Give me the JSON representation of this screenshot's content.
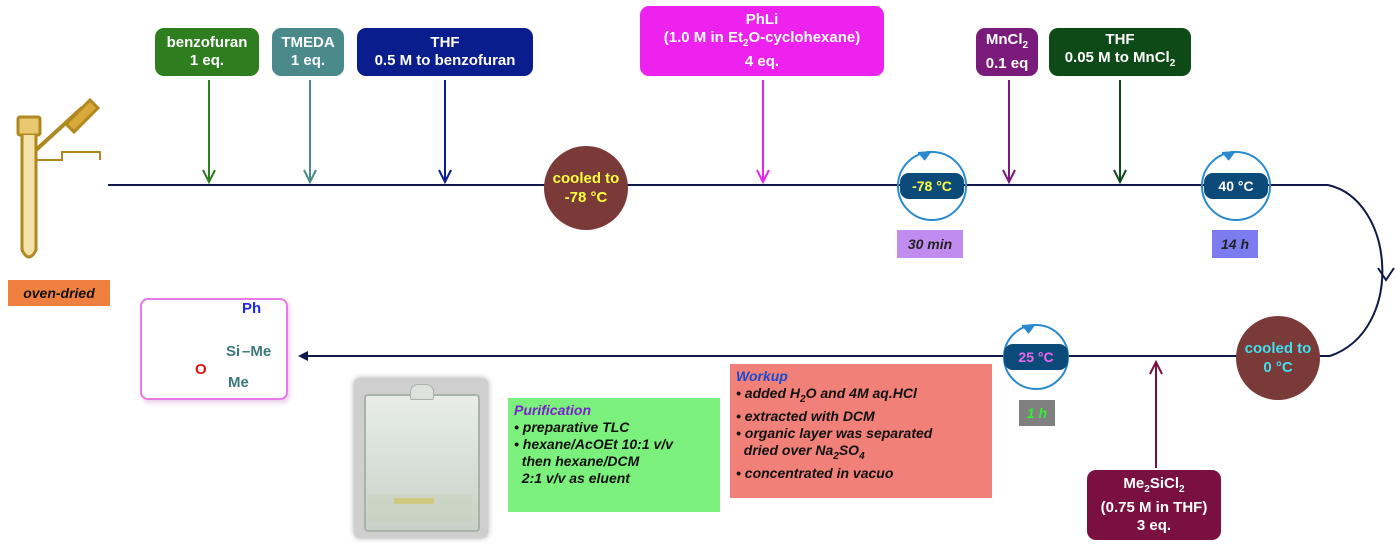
{
  "glassware": {
    "label": "oven-dried",
    "label_bg": "#f08040"
  },
  "reagents": [
    {
      "id": "benzofuran",
      "lines": [
        "benzofuran",
        "1 eq."
      ],
      "color": "#2e7d1e"
    },
    {
      "id": "tmeda",
      "lines": [
        "TMEDA",
        "1 eq."
      ],
      "color": "#4a8a8a"
    },
    {
      "id": "thf1",
      "lines": [
        "THF",
        "0.5 M to benzofuran"
      ],
      "color": "#0a1d8c"
    },
    {
      "id": "phli",
      "lines": [
        "PhLi",
        "(1.0 M in Et",
        "2",
        "O-cyclohexane)",
        "4 eq."
      ],
      "color": "#ee22ee"
    },
    {
      "id": "mncl2",
      "lines": [
        "MnCl",
        "2",
        "0.1 eq"
      ],
      "color": "#7a1a7a"
    },
    {
      "id": "thf2",
      "lines": [
        "THF",
        "0.05 M to MnCl",
        "2"
      ],
      "color": "#0e4a18"
    },
    {
      "id": "me2sicl2",
      "lines": [
        "Me",
        "2",
        "SiCl",
        "2",
        "(0.75 M in THF)",
        "3 eq."
      ],
      "color": "#7a1040"
    }
  ],
  "cooling_steps": [
    {
      "id": "cool1",
      "line1": "cooled to",
      "line2": "-78 °C",
      "text_color": "#ffff40",
      "bg": "#7a3a38"
    },
    {
      "id": "cool2",
      "line1": "cooled to",
      "line2": "0 °C",
      "text_color": "#40e0f0",
      "bg": "#7a3a38"
    }
  ],
  "stir_steps": [
    {
      "id": "stir1",
      "temp": "-78 °C",
      "temp_color": "#ffff40",
      "time": "30 min",
      "time_bg": "#c18cf0",
      "time_color": "#222222"
    },
    {
      "id": "stir2",
      "temp": "40 °C",
      "temp_color": "#ffffff",
      "time": "14 h",
      "time_bg": "#7c7cf0",
      "time_color": "#222222"
    },
    {
      "id": "stir3",
      "temp": "25 °C",
      "temp_color": "#ee66ee",
      "time": "1 h",
      "time_bg": "#808080",
      "time_color": "#33ee33"
    }
  ],
  "product": {
    "ph": "Ph",
    "si": "Si",
    "me1": "–Me",
    "me2": "Me",
    "o": "O"
  },
  "purification": {
    "title": "Purification",
    "items": [
      "• preparative TLC",
      "• hexane/AcOEt 10:1 v/v",
      "  then hexane/DCM",
      "  2:1 v/v as eluent"
    ],
    "bg": "#7cf07c",
    "title_color": "#7a22cc"
  },
  "workup": {
    "title": "Workup",
    "item1": {
      "pre": "• added H",
      "sub": "2",
      "post": "O and 4M aq.HCl"
    },
    "item2": "• extracted with DCM",
    "item3": "• organic layer was separated",
    "item4": {
      "pre": "  dried over Na",
      "sub1": "2",
      "mid": "SO",
      "sub2": "4"
    },
    "item5": "• concentrated in vacuo",
    "bg": "#f08078",
    "title_color": "#1a4ad0"
  },
  "colors": {
    "line": "#101848",
    "stir_ring": "#2a8ad0"
  }
}
